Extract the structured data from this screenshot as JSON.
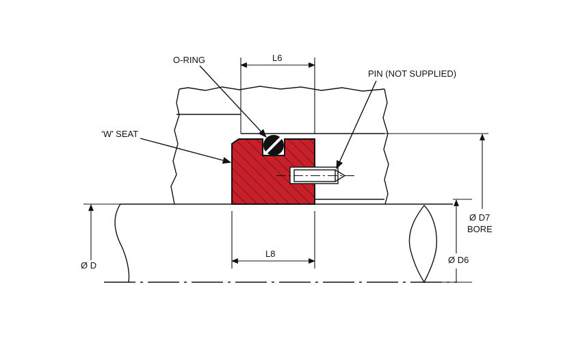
{
  "labels": {
    "o_ring": "O-RING",
    "pin": "PIN (NOT SUPPLIED)",
    "w_seat": "‘W’ SEAT",
    "l6": "L6",
    "l8": "L8",
    "d7": "Ø D7",
    "bore": "BORE",
    "d": "Ø D",
    "d6": "Ø D6"
  },
  "colors": {
    "seat_fill": "#c8202a",
    "line": "#111111",
    "background": "#ffffff"
  }
}
